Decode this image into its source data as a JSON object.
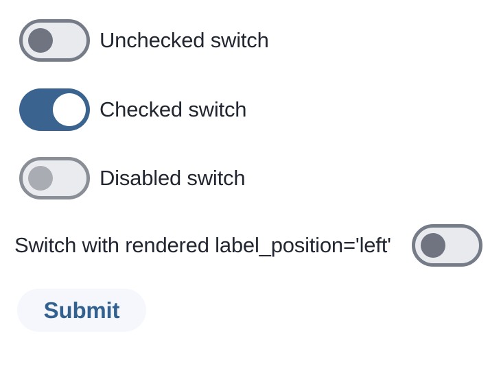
{
  "switches": [
    {
      "label": "Unchecked switch",
      "state": "unchecked",
      "disabled": false,
      "label_position": "right"
    },
    {
      "label": "Checked switch",
      "state": "checked",
      "disabled": false,
      "label_position": "right"
    },
    {
      "label": "Disabled switch",
      "state": "unchecked",
      "disabled": true,
      "label_position": "right"
    },
    {
      "label": "Switch with rendered label_position='left'",
      "state": "unchecked",
      "disabled": false,
      "label_position": "left"
    }
  ],
  "submit_button": {
    "label": "Submit"
  },
  "colors": {
    "checked_track": "#3a648f",
    "unchecked_track": "#e9eaee",
    "unchecked_border": "#757c88",
    "unchecked_knob": "#6f7480",
    "disabled_track": "#eaebee",
    "disabled_border": "#8a8f97",
    "disabled_knob": "#a9acb3",
    "label_text": "#212631",
    "submit_text": "#33618f",
    "submit_background": "#f6f7fc",
    "page_background": "#ffffff"
  }
}
